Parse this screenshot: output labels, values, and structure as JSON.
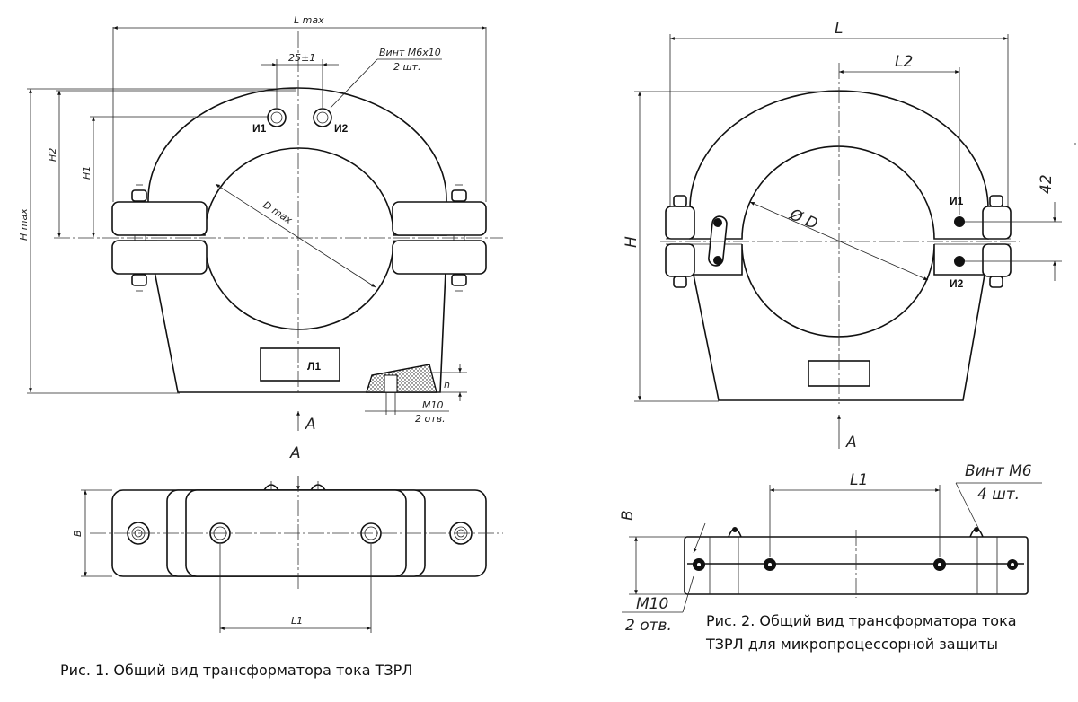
{
  "figure1": {
    "caption": "Рис. 1. Общий вид трансформатора тока ТЗРЛ",
    "labels": {
      "l_max": "L max",
      "h_max": "H max",
      "h2": "H2",
      "h1": "H1",
      "spacing": "25±1",
      "screw_line1": "Винт М6х10",
      "screw_line2": "2 шт.",
      "terminal_1": "И1",
      "terminal_2": "И2",
      "d_max": "D max",
      "marking": "Л1",
      "h": "h",
      "hole_line1": "М10",
      "hole_line2": "2 отв.",
      "view_a_top": "A",
      "view_a_bottom": "A",
      "b": "B",
      "l1": "L1"
    }
  },
  "figure2": {
    "caption_line1": "Рис. 2. Общий вид трансформатора тока",
    "caption_line2": "ТЗРЛ для микропроцессорной защиты",
    "labels": {
      "l": "L",
      "l2": "L2",
      "h": "H",
      "diameter": "Ø D",
      "dim_42": "42",
      "terminal_1": "И1",
      "terminal_2": "И2",
      "view_a": "A",
      "b": "B",
      "l1": "L1",
      "screw_line1": "Винт М6",
      "screw_line2": "4 шт.",
      "hole_line1": "М10",
      "hole_line2": "2 отв."
    }
  }
}
